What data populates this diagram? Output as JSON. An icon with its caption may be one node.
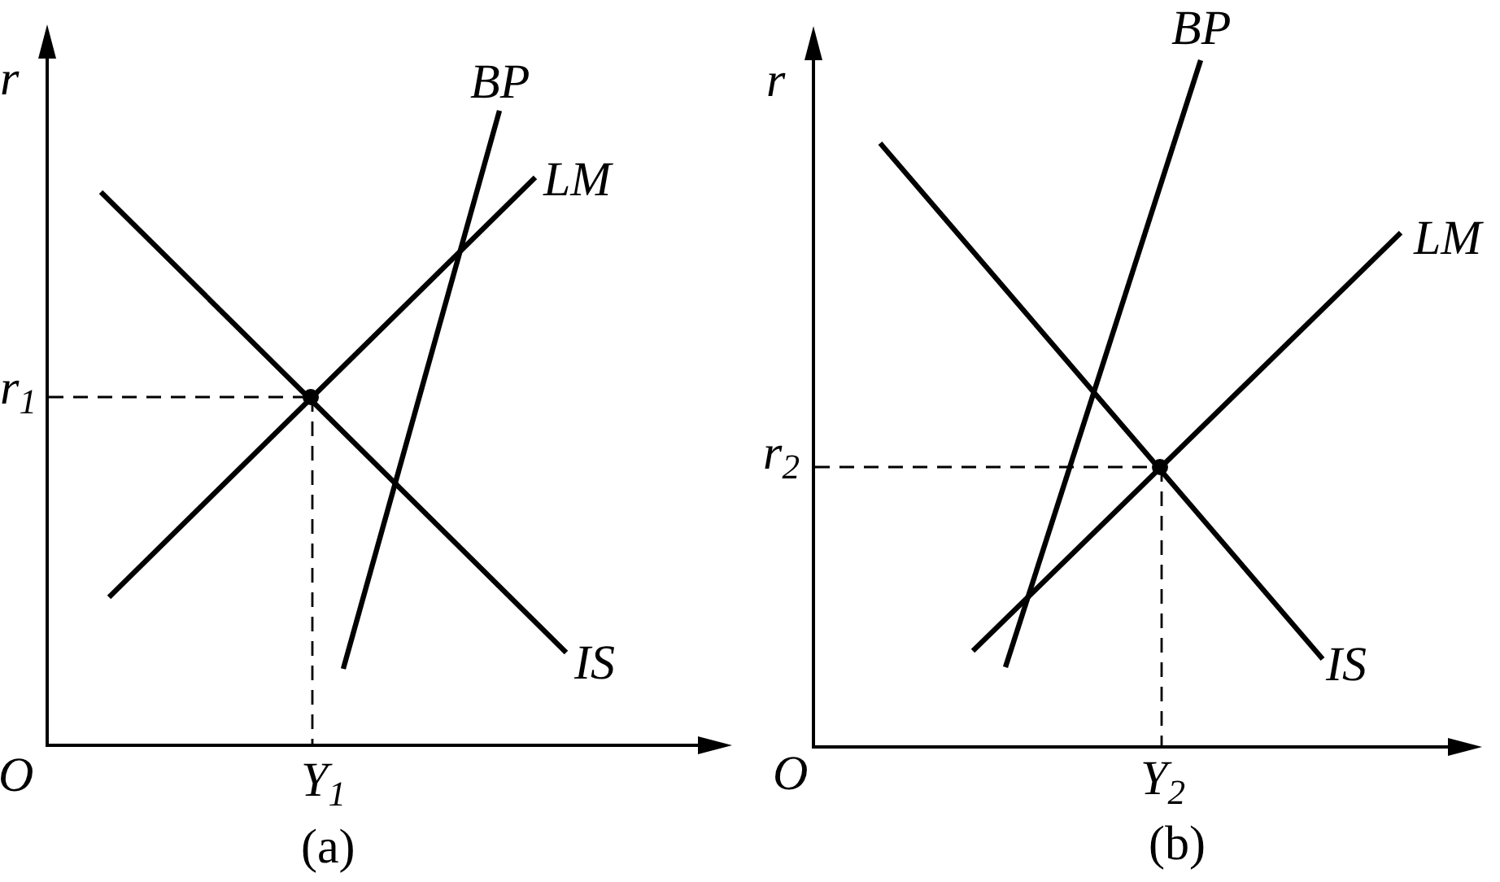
{
  "diagram": {
    "labels": [
      "r",
      "BP",
      "LM",
      "r$_{1}$",
      "IS",
      "O",
      "Y$_{1}$",
      "(a)",
      "r",
      "BP",
      "LM",
      "r$_{2}$",
      "IS",
      "O",
      "Y$_{2}$",
      "(b)"
    ]
  }
}
